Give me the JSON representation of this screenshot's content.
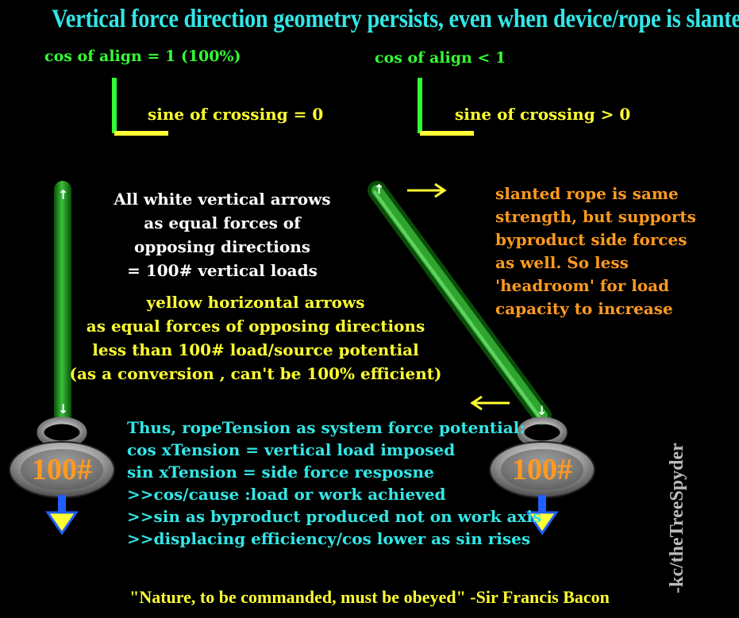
{
  "title": "Vertical force direction geometry persists, even when device/rope is slanted",
  "left_panel": {
    "cos_label": "cos of align = 1 (100%)",
    "sine_label": "sine of crossing = 0",
    "weight_label": "100#"
  },
  "right_panel": {
    "cos_label": "cos of align < 1",
    "sine_label": "sine of crossing > 0",
    "weight_label": "100#"
  },
  "white_note": [
    "All white vertical arrows",
    "as equal forces of",
    "opposing directions",
    "= 100# vertical loads"
  ],
  "yellow_note": [
    "yellow horizontal arrows",
    "as equal forces of opposing directions",
    "less than 100# load/source potential",
    "(as a conversion , can't be 100% efficient)"
  ],
  "orange_note": [
    "slanted rope is same",
    "strength, but supports",
    "byproduct side forces",
    "as well.  So less",
    "'headroom' for load",
    "capacity to increase"
  ],
  "cyan_note": [
    "Thus, ropeTension as system force potential:",
    "cos xTension = vertical load imposed",
    "sin xTension = side force resposne",
    ">>cos/cause :load or work achieved",
    ">>sin as byproduct produced not on work axis",
    ">>displacing efficiency/cos lower as sin rises"
  ],
  "quote": "\"Nature, to be commanded, must be obeyed\" -Sir Francis Bacon",
  "signature": "-kc/theTreeSpyder",
  "arrow_glyphs": {
    "up": "↑",
    "down": "↓"
  },
  "colors": {
    "background": "#000000",
    "title": "#33e6e6",
    "green": "#33ff33",
    "yellow": "#ffff33",
    "orange": "#ff9a1f",
    "rope": "#1f8f1f",
    "blue_arrow": "#1f5fff"
  }
}
